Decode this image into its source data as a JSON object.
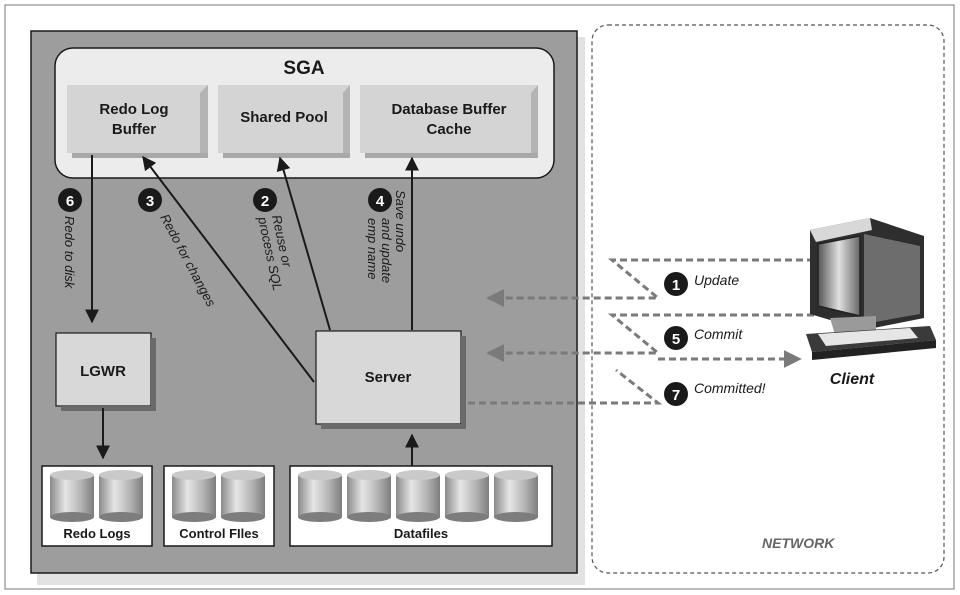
{
  "sga": {
    "title": "SGA",
    "redo_log_buffer": [
      "Redo Log",
      "Buffer"
    ],
    "shared_pool": "Shared Pool",
    "database_buffer_cache": [
      "Database Buffer",
      "Cache"
    ]
  },
  "processes": {
    "lgwr": "LGWR",
    "server": "Server"
  },
  "storage": {
    "redo_logs": "Redo Logs",
    "control_files": "Control FIles",
    "datafiles": "Datafiles"
  },
  "steps": {
    "s1": {
      "num": "1",
      "label": "Update"
    },
    "s2": {
      "num": "2",
      "label": [
        "Reuse or",
        "process SQL"
      ]
    },
    "s3": {
      "num": "3",
      "label": "Redo for changes"
    },
    "s4": {
      "num": "4",
      "label": [
        "Save undo",
        "and update",
        "emp name"
      ]
    },
    "s5": {
      "num": "5",
      "label": "Commit"
    },
    "s6": {
      "num": "6",
      "label": "Redo to disk"
    },
    "s7": {
      "num": "7",
      "label": "Committed!"
    }
  },
  "client": "Client",
  "network": "NETWORK",
  "colors": {
    "instance_bg": "#9d9d9d",
    "box_fill": "#d8d8d8",
    "sga_fill": "#ececec",
    "dashed_arrow": "#7a7a7a"
  }
}
